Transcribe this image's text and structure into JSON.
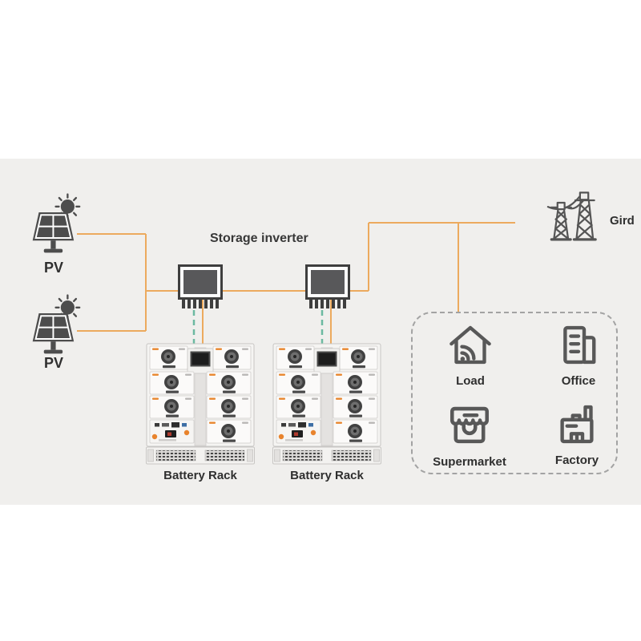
{
  "scene": {
    "title": "Storage inverter",
    "pv_top_label": "PV",
    "pv_bottom_label": "PV",
    "grid_label": "Gird",
    "rack_left_label": "Battery Rack",
    "rack_right_label": "Battery Rack",
    "consumers": {
      "items": [
        {
          "label": "Load",
          "icon": "house-wifi-icon"
        },
        {
          "label": "Office",
          "icon": "office-building-icon"
        },
        {
          "label": "Supermarket",
          "icon": "storefront-icon"
        },
        {
          "label": "Factory",
          "icon": "factory-icon"
        }
      ]
    },
    "components": {
      "pv_count": 2,
      "inverter_count": 2,
      "battery_rack_count": 2
    },
    "colors": {
      "panel_background": "#f0efed",
      "wire_orange": "#ecaa5e",
      "wire_teal_dashed": "#6cb9a1",
      "icon_gray": "#555555",
      "text": "#2f2f2f"
    }
  }
}
